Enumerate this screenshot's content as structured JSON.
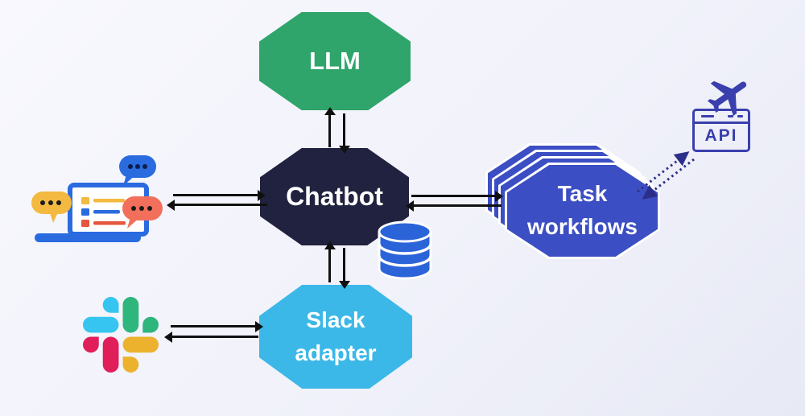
{
  "diagram": {
    "title": "Chatbot architecture diagram",
    "nodes": {
      "llm": {
        "label": "LLM",
        "color": "#2fa56b"
      },
      "chatbot": {
        "label": "Chatbot",
        "color": "#20223f"
      },
      "task_workflows": {
        "line1": "Task",
        "line2": "workflows",
        "color": "#3c4ec3",
        "stack_layers": 4
      },
      "slack_adapter": {
        "line1": "Slack",
        "line2": "adapter",
        "color": "#3bb8e8"
      }
    },
    "icons": {
      "api_label": "API",
      "api_color": "#3a3fae",
      "airplane": "airplane-icon",
      "database": "database-icon",
      "database_color": "#2b63d9",
      "laptop_chat": "laptop-chat-icon",
      "laptop_blue": "#2a6be0",
      "bubble_yellow": "#f4b940",
      "bubble_red": "#f2705b",
      "slack_logo": "slack-logo-icon",
      "slack_colors": {
        "blue": "#36C5F0",
        "green": "#2EB67D",
        "yellow": "#ECB22E",
        "red": "#E01E5A"
      }
    },
    "connections": [
      {
        "from": "laptop",
        "to": "chatbot",
        "style": "solid",
        "bidirectional": true
      },
      {
        "from": "llm",
        "to": "chatbot",
        "style": "solid",
        "bidirectional": true
      },
      {
        "from": "chatbot",
        "to": "task_workflows",
        "style": "solid",
        "bidirectional": true
      },
      {
        "from": "chatbot",
        "to": "slack_adapter",
        "style": "solid",
        "bidirectional": true
      },
      {
        "from": "slack_logo",
        "to": "slack_adapter",
        "style": "solid",
        "bidirectional": true
      },
      {
        "from": "task_workflows",
        "to": "api",
        "style": "dotted",
        "bidirectional": true
      }
    ],
    "arrow_color": "#101010",
    "background": {
      "from": "#f8f8fe",
      "to": "#e7e9f5"
    }
  }
}
